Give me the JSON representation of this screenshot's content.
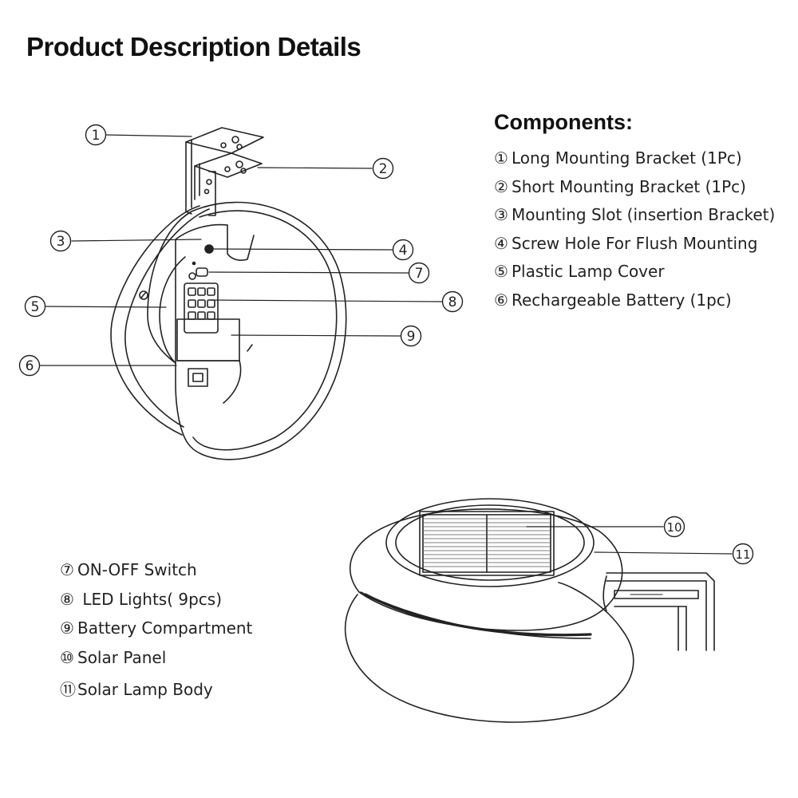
{
  "title": "Product Description Details",
  "components_heading": "Components:",
  "components": [
    {
      "num": "①",
      "label": "Long Mounting Bracket (1Pc)"
    },
    {
      "num": "②",
      "label": "Short Mounting Bracket (1Pc)"
    },
    {
      "num": "③",
      "label": "Mounting Slot (insertion Bracket)"
    },
    {
      "num": "④",
      "label": "Screw Hole For Flush Mounting"
    },
    {
      "num": "⑤",
      "label": "Plastic Lamp Cover"
    },
    {
      "num": "⑥",
      "label": "Rechargeable Battery (1pc)"
    }
  ],
  "components_extra": [
    {
      "num": "⑦",
      "label": "ON-OFF Switch"
    },
    {
      "num": "⑧",
      "label": " LED Lights( 9pcs)"
    },
    {
      "num": "⑨",
      "label": "Battery Compartment"
    },
    {
      "num": "⑩",
      "label": "Solar Panel"
    },
    {
      "num": "⑪",
      "label": "Solar Lamp Body"
    }
  ],
  "callouts": [
    "1",
    "2",
    "3",
    "4",
    "5",
    "6",
    "7",
    "8",
    "9",
    "10",
    "11"
  ]
}
